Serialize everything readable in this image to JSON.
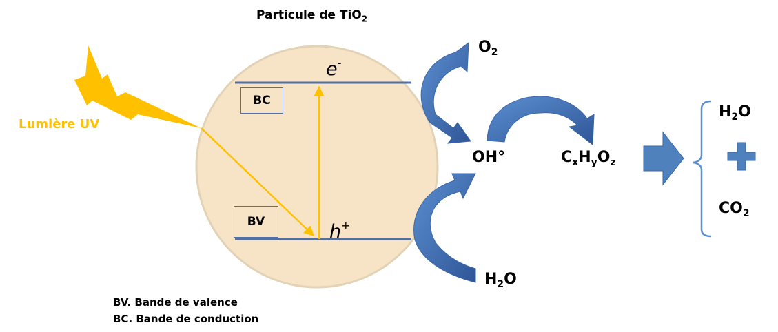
{
  "title": {
    "prefix": "Particule de TiO",
    "sub": "2"
  },
  "light": {
    "label": "Lumière UV"
  },
  "bands": {
    "conduction_box": "BC",
    "valence_box": "BV",
    "electron": {
      "symbol": "e",
      "sup": "-"
    },
    "hole": {
      "symbol": "h",
      "sup": "+"
    }
  },
  "species": {
    "o2": {
      "base": "O",
      "sub": "2"
    },
    "oh": "OH°",
    "organic": {
      "c": "C",
      "x": "x",
      "h": "H",
      "y": "y",
      "o": "O",
      "z": "z"
    },
    "water_in": {
      "h": "H",
      "sub": "2",
      "o": "O"
    }
  },
  "products": {
    "water": {
      "h": "H",
      "sub": "2",
      "o": "O"
    },
    "co2": {
      "base": "CO",
      "sub": "2"
    }
  },
  "legend": {
    "bv": "BV. Bande de valence",
    "bc": "BC. Bande de conduction"
  },
  "colors": {
    "particle_fill": "#f7e4c7",
    "particle_stroke": "#e5d5b8",
    "band_line": "#4e6fa8",
    "arrow_blue": "#4f81bd",
    "arrow_blue_dark": "#2f5597",
    "lightning": "#ffc000"
  }
}
